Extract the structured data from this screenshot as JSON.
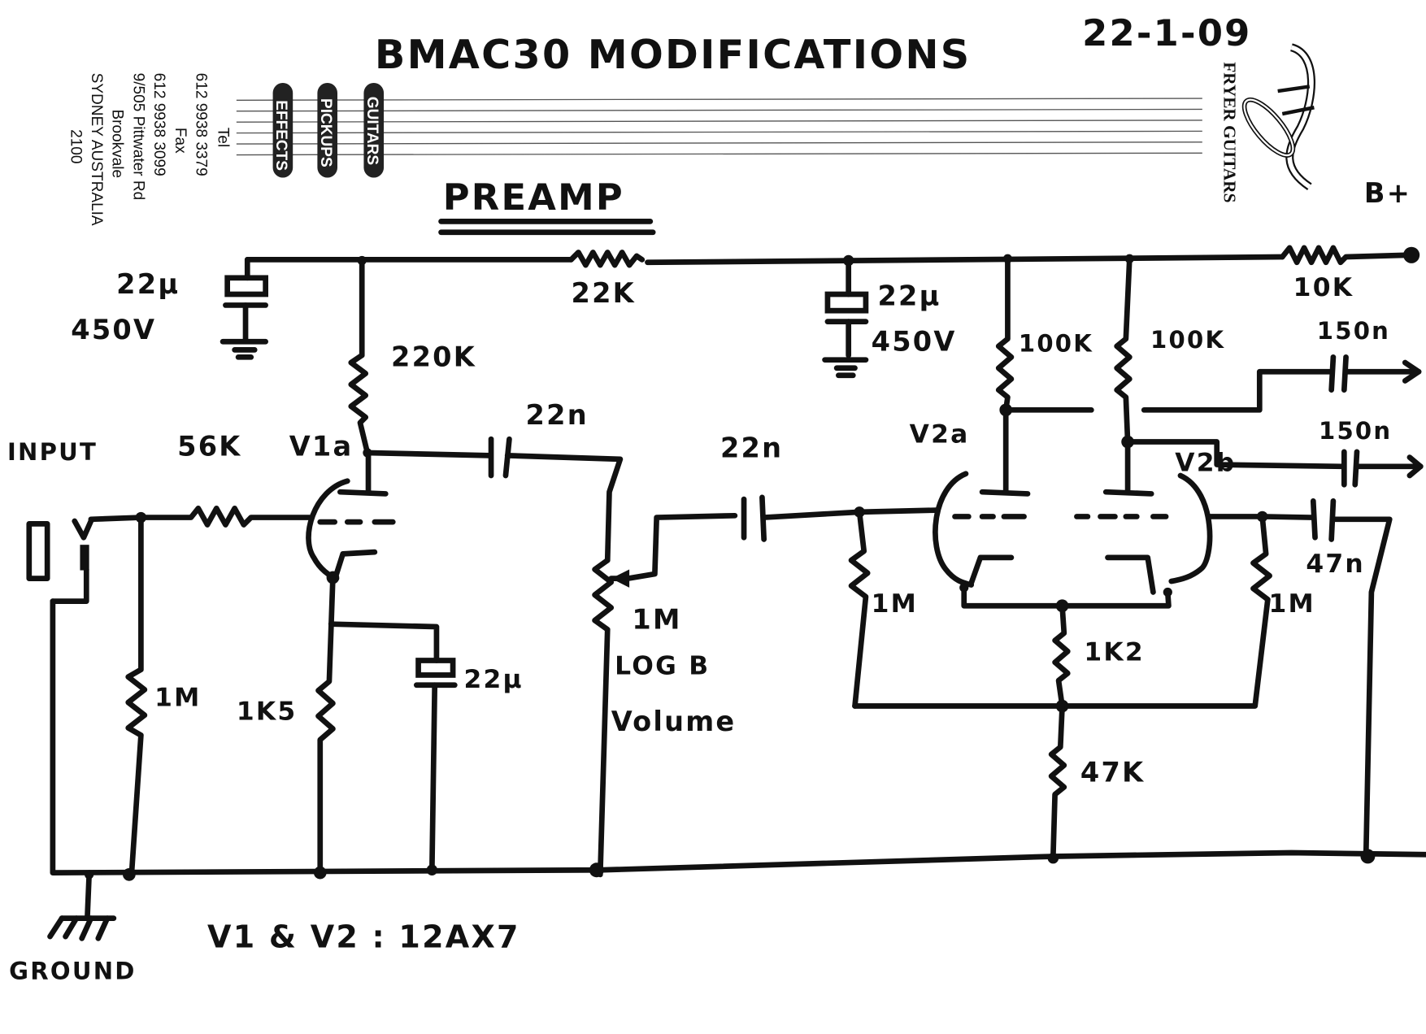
{
  "header": {
    "title": "BMAC30 MODIFICATIONS",
    "date": "22-1-09",
    "section": "PREAMP"
  },
  "letterhead": {
    "tel_label": "Tel",
    "tel": "612 9938 3379",
    "fax_label": "Fax",
    "fax": "612 9938 3099",
    "address_line1": "9/505 Pittwater Rd",
    "address_line2": "Brookvale",
    "address_line3": "SYDNEY AUSTRALIA",
    "address_line4": "2100",
    "pills": [
      "EFFECTS",
      "PICKUPS",
      "GUITARS"
    ],
    "brand": "FRYER GUITARS"
  },
  "labels": {
    "input": "INPUT",
    "ground": "GROUND",
    "bplus": "B+",
    "v1a": "V1a",
    "v2a": "V2a",
    "v2b": "V2b",
    "tubes_note": "V1 & V2 :  12AX7",
    "volume_taper": "LOG B",
    "volume_name": "Volume"
  },
  "components": {
    "c_filter1": "22µ",
    "c_filter1_v": "450V",
    "r_dropper1": "22K",
    "c_filter2": "22µ",
    "c_filter2_v": "450V",
    "r_dropper2": "10K",
    "r_plate_v1a": "220K",
    "r_grid_stopper": "56K",
    "r_input": "1M",
    "r_cathode_v1": "1K5",
    "c_cathode_v1": "22µ",
    "c_coupling1": "22n",
    "pot_volume": "1M",
    "c_coupling2": "22n",
    "r_grid_v2a": "1M",
    "r_plate_v2a": "100K",
    "r_plate_v2b": "100K",
    "c_out1": "150n",
    "c_out2": "150n",
    "c_coupling3": "47n",
    "r_grid_v2b": "1M",
    "r_cathode_v2": "1K2",
    "r_tail": "47K"
  }
}
